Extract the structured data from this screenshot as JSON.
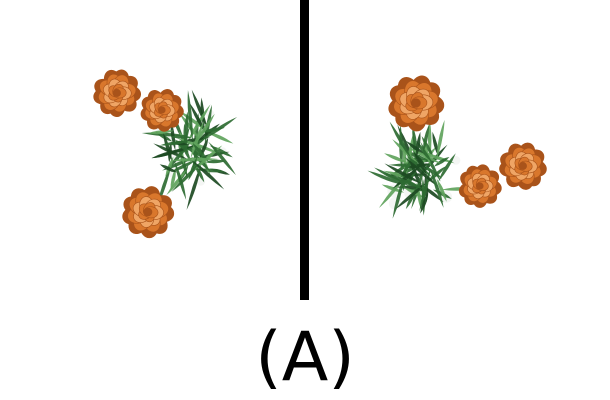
{
  "caption": "(A)",
  "colors": {
    "background": "#ffffff",
    "divider": "#000000",
    "petal": "#d9772c",
    "petal_dark": "#a9531a",
    "petal_light": "#efa565",
    "leaf": "#2e6b32",
    "leaf_dark": "#1c4a22",
    "leaf_light": "#5fa35c"
  },
  "panels": [
    {
      "name": "left-plant-image",
      "flower_count": 3
    },
    {
      "name": "right-plant-image",
      "flower_count": 3
    }
  ]
}
